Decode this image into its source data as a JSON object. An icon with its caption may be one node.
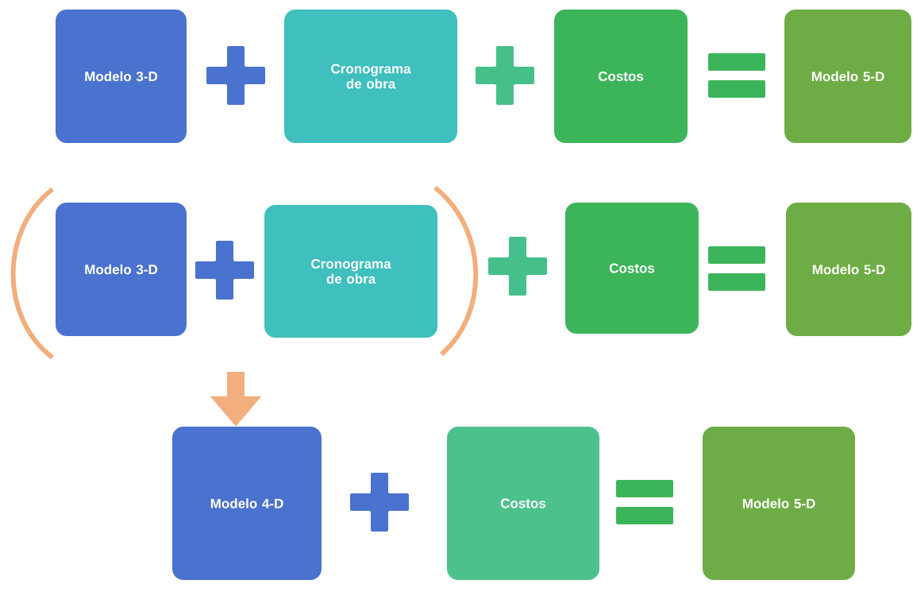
{
  "diagram": {
    "nodes": [
      {
        "text": [
          "Modelo 3-D"
        ]
      },
      {
        "text": [],
        "shape": "plus"
      },
      {
        "text": [
          "Cronograma de obra"
        ]
      },
      {
        "text": [],
        "shape": "plus"
      },
      {
        "text": [
          "Costos"
        ]
      },
      {
        "text": [],
        "shape": "equals"
      },
      {
        "text": [
          "Modelo 5-D"
        ]
      },
      {
        "text": [
          "Modelo 3-D"
        ]
      },
      {
        "text": [],
        "shape": "plus"
      },
      {
        "text": [
          "Cronograma de obra"
        ]
      },
      {
        "text": [],
        "shape": "plus"
      },
      {
        "text": [
          "Costos"
        ]
      },
      {
        "text": [],
        "shape": "equals"
      },
      {
        "text": [
          "Modelo 5-D"
        ]
      },
      {
        "text": [
          "Modelo 4-D"
        ]
      },
      {
        "text": [],
        "shape": "plus"
      },
      {
        "text": [
          "Costos"
        ]
      },
      {
        "text": [],
        "shape": "equals"
      },
      {
        "text": [
          "Modelo 5-D"
        ]
      }
    ],
    "edges": [
      {
        "from": null,
        "to": 14,
        "arrow": "to"
      }
    ]
  }
}
